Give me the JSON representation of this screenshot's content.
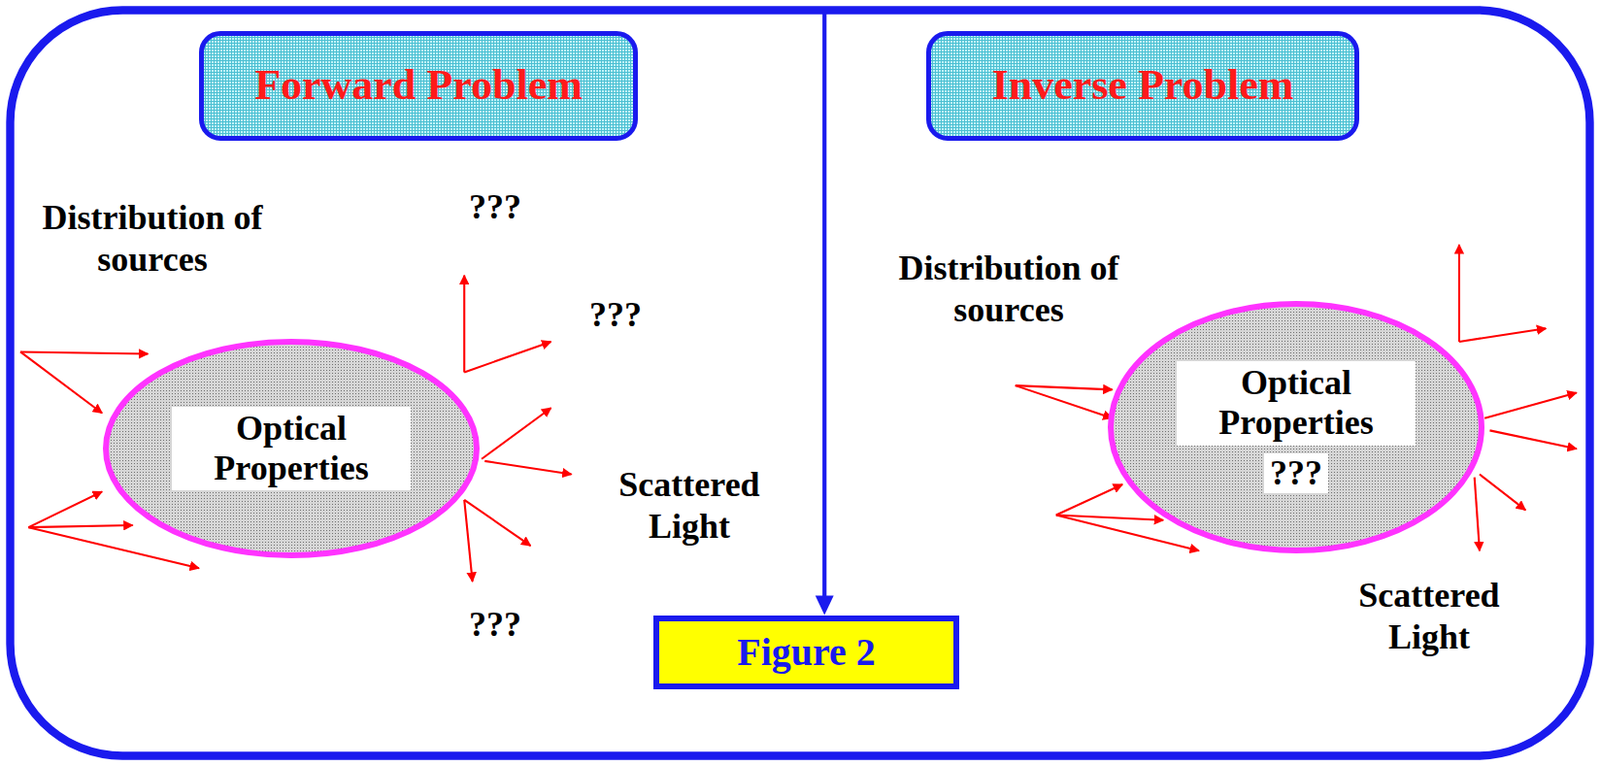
{
  "diagram": {
    "nodes": [
      {
        "text": [
          "Forward Problem"
        ]
      },
      {
        "text": [
          "Inverse Problem"
        ]
      },
      {
        "text": [
          "Optical Properties"
        ]
      },
      {
        "text": [
          "Optical Properties",
          "???"
        ]
      },
      {
        "text": [
          "Figure 2"
        ]
      }
    ],
    "labels": [
      "Distribution of sources",
      "???",
      "???",
      "Scattered Light",
      "???",
      "Distribution of sources",
      "Scattered Light"
    ]
  }
}
